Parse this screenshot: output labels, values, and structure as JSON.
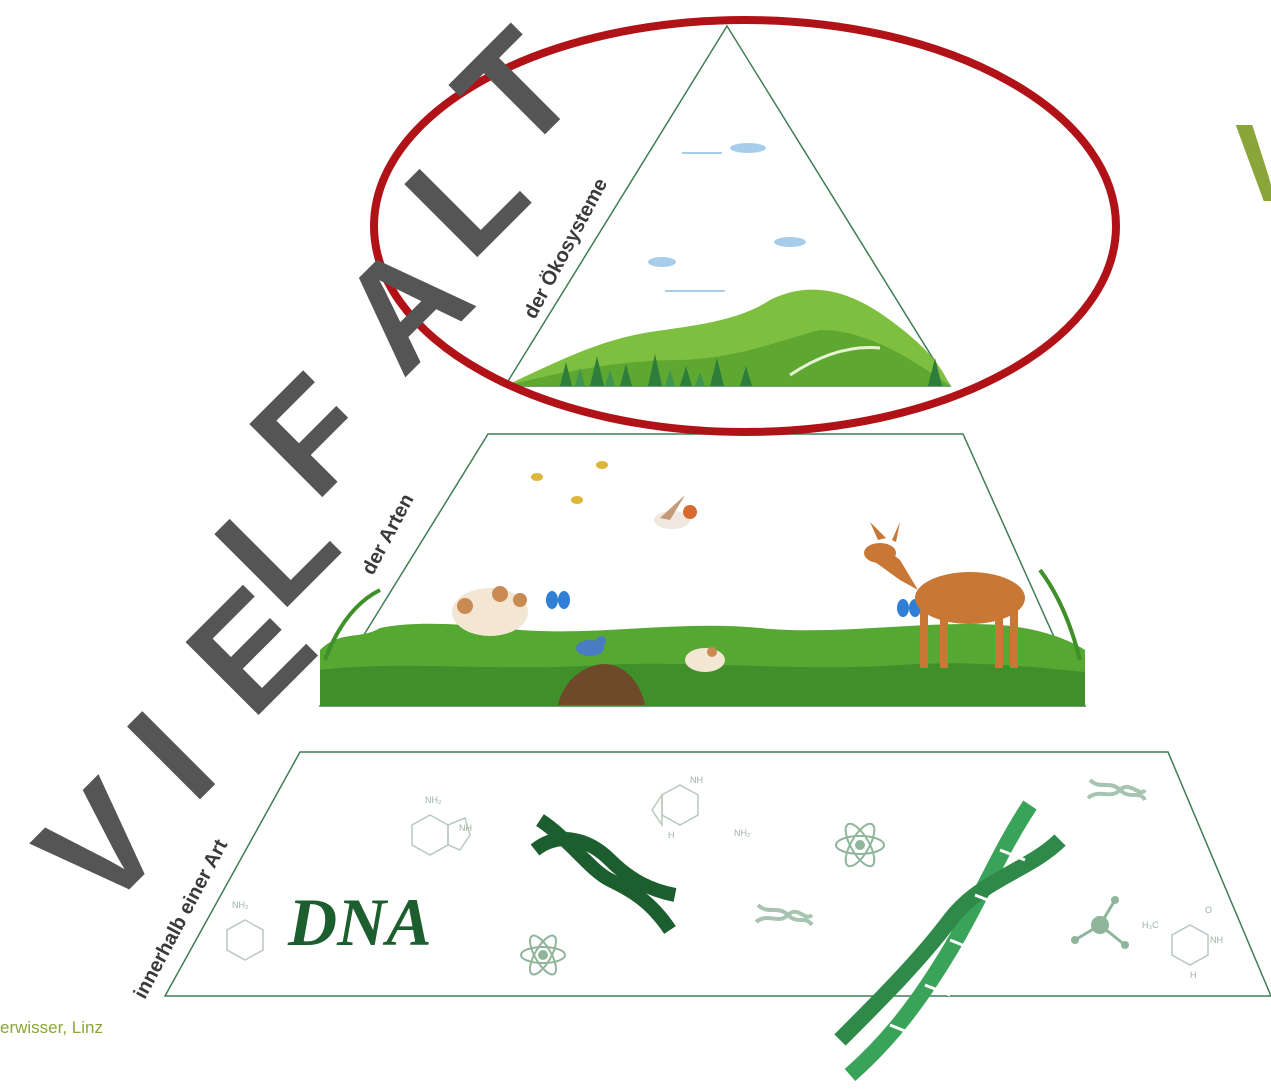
{
  "title_letters": [
    "V",
    "I",
    "E",
    "L",
    "F",
    "A",
    "L",
    "T"
  ],
  "tiers": {
    "top": "der Ökosysteme",
    "middle": "der Arten",
    "bottom": "innerhalb einer Art"
  },
  "dna_text": "DNA",
  "chem_labels": {
    "nh2_a": "NH₂",
    "nh_a": "NH",
    "nh2_b": "NH₂",
    "nh_b": "NH",
    "h_a": "H",
    "nh2_c": "NH₂",
    "h3c": "H₃C",
    "nh_c": "NH",
    "h_b": "H",
    "o_a": "O"
  },
  "credit_text": "erwisser, Linz",
  "edge_letter": "V",
  "colors": {
    "frame_line": "#3f7d55",
    "title_gray": "#555555",
    "highlight_red": "#b11218",
    "dna_dark": "#1d5e2e",
    "dna_light": "#3aa35a",
    "grass": "#55a832",
    "credit_green": "#8aa63a"
  },
  "icons": [
    "mountain-landscape",
    "bee-icon",
    "bird-icon",
    "butterfly-icon",
    "deer-icon",
    "fern-icon",
    "mushroom-icon",
    "molehill-icon",
    "dna-helix-icon",
    "atom-icon",
    "molecule-icon"
  ]
}
